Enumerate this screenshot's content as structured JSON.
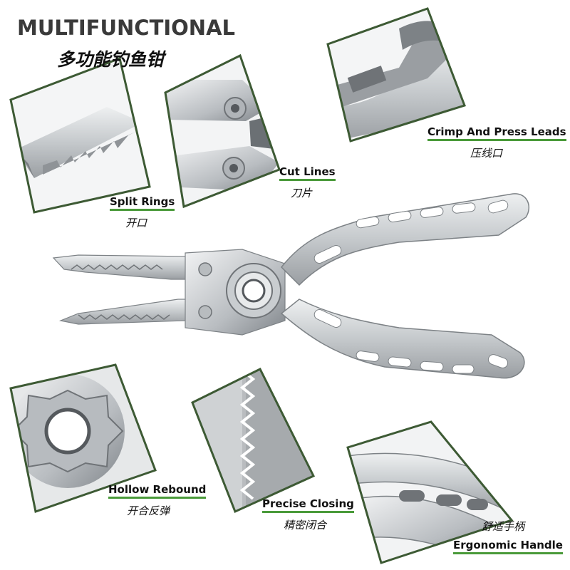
{
  "header": {
    "title": "MULTIFUNCTIONAL",
    "subtitle": "多功能钓鱼钳"
  },
  "features": [
    {
      "en": "Split Rings",
      "cn": "开口"
    },
    {
      "en": "Cut Lines",
      "cn": "刀片"
    },
    {
      "en": "Crimp And Press Leads",
      "cn": "压线口"
    },
    {
      "en": "Hollow Rebound",
      "cn": "开合反弹"
    },
    {
      "en": "Precise Closing",
      "cn": "精密闭合"
    },
    {
      "en": "Ergonomic Handle",
      "cn": "舒适手柄"
    }
  ],
  "colors": {
    "accent_green": "#4a9a3a",
    "frame_border": "#3d5a34",
    "metal_light": "#d8dadc",
    "metal_dark": "#8c9094"
  }
}
